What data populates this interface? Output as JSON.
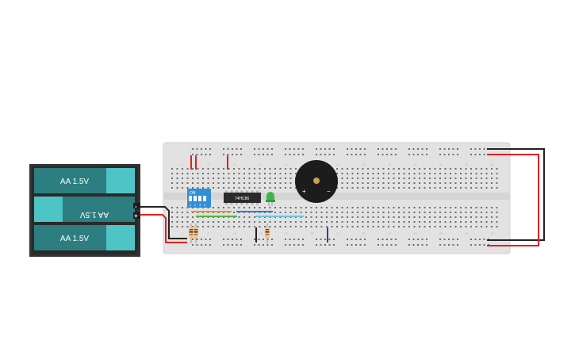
{
  "battery": {
    "cells": [
      {
        "label": "AA 1.5V"
      },
      {
        "label": "AA 1.5V"
      },
      {
        "label": "AA 1.5V"
      }
    ],
    "terminal_minus": "-",
    "terminal_plus": "+"
  },
  "ic": {
    "label": "74HC86"
  },
  "dip_switch": {
    "on_label": "ON",
    "numbers": [
      "1",
      "2",
      "3",
      "4"
    ]
  },
  "buzzer": {
    "plus": "+",
    "minus": "−"
  },
  "led": {
    "color": "#3fb54a"
  },
  "breadboard": {
    "column_numbers": [
      "1",
      "5",
      "10",
      "15",
      "20",
      "25",
      "30",
      "35",
      "40",
      "45",
      "50",
      "55",
      "60"
    ]
  },
  "colors": {
    "wire_red": "#e02020",
    "wire_black": "#222222",
    "wire_orange": "#f0901e",
    "wire_green": "#4cb848",
    "wire_blue": "#2b7fd0",
    "wire_lightblue": "#6cc3e0",
    "wire_purple": "#5b2c91",
    "battery_teal": "#2c7e80",
    "battery_cap": "#4ec4c6",
    "dip_blue": "#2f8fd8"
  }
}
